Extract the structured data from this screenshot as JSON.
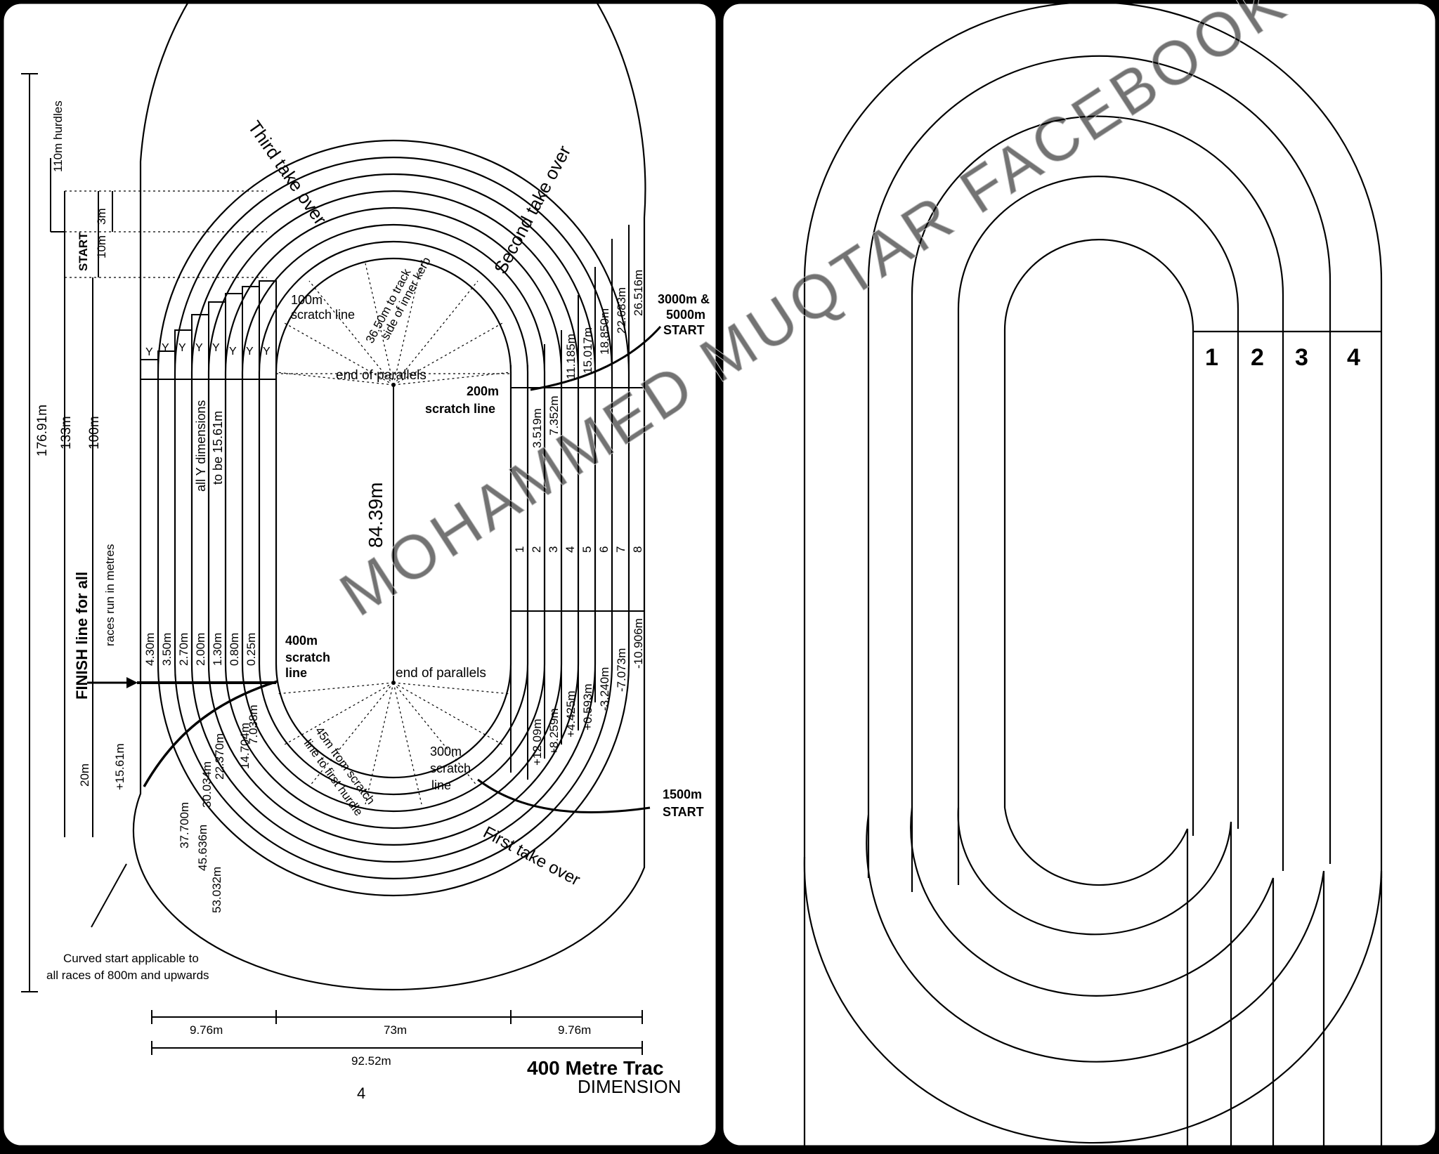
{
  "left_panel": {
    "title_line1": "400 Metre Trac",
    "title_line2": "DIMENSION",
    "page_number": "4",
    "field_length": "84.39m",
    "end_of_parallels": "end of parallels",
    "inner_kerb_note_1": "36.50m to track",
    "inner_kerb_note_2": "side of inner kerb",
    "take_over_1": "First take over",
    "take_over_2": "Second take over",
    "take_over_3": "Third take over",
    "scratch_100": [
      "100m",
      "scratch line"
    ],
    "scratch_200": [
      "200m",
      "scratch line"
    ],
    "scratch_300": [
      "300m",
      "scratch",
      "line"
    ],
    "scratch_400": [
      "400m",
      "scratch",
      "line"
    ],
    "start_3000_5000": [
      "3000m &",
      "5000m",
      "START"
    ],
    "start_1500": [
      "1500m",
      "START"
    ],
    "hurdle_note": [
      "45m from scratch",
      "line to first hurdle"
    ],
    "y_note": [
      "all Y dimensions",
      "to be 15.61m"
    ],
    "y_label": "Y",
    "finish_bold": "FINISH",
    "finish_rest": " line for all",
    "finish_sub": "races run in metres",
    "curved_start_note": [
      "Curved start applicable to",
      "all races of 800m and upwards"
    ],
    "left_dims": {
      "total": "176.91m",
      "d133": "133m",
      "d100": "100m",
      "d20": "20m",
      "plus1561": "+15.61m",
      "start": "START",
      "d10": "10m",
      "d3": "3m",
      "hurdles": "110m hurdles"
    },
    "stagger_400": [
      "4.30m",
      "3.50m",
      "2.70m",
      "2.00m",
      "1.30m",
      "0.80m",
      "0.25m"
    ],
    "stagger_800": [
      "53.032m",
      "45.636m",
      "37.700m",
      "30.034m",
      "22.370m",
      "14.704m",
      "7.038m"
    ],
    "lane_numbers": [
      "1",
      "2",
      "3",
      "4",
      "5",
      "6",
      "7",
      "8"
    ],
    "stagger_200": [
      "3.519m",
      "7.352m",
      "11.185m",
      "15.017m",
      "18.850m",
      "22.683m",
      "26.516m"
    ],
    "stagger_300": [
      "+12.09m",
      "+8.259m",
      "+4.425m",
      "+0.593m",
      "-3.240m",
      "-7.073m",
      "-10.906m"
    ],
    "bottom_dims": {
      "left_curve": "9.76m",
      "straight": "73m",
      "right_curve": "9.76m",
      "total": "92.52m"
    }
  },
  "right_panel": {
    "lane_labels": [
      "1",
      "2",
      "3",
      "4"
    ]
  },
  "watermark": "MOHAMMED MUQTAR FACEBOOK"
}
